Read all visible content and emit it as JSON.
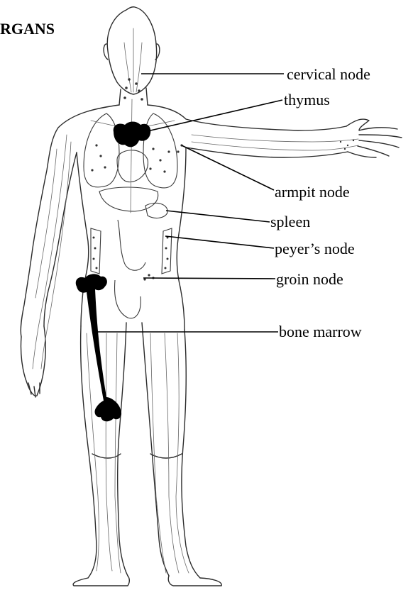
{
  "heading": "RGANS",
  "labels": {
    "cervical_node": "cervical node",
    "thymus": "thymus",
    "armpit_node": "armpit node",
    "spleen": "spleen",
    "peyers_node": "peyer’s node",
    "groin_node": "groin node",
    "bone_marrow": "bone marrow"
  },
  "colors": {
    "ink": "#000000",
    "outline": "#2b2b2b",
    "organ_fill": "#000000",
    "background": "#ffffff"
  }
}
